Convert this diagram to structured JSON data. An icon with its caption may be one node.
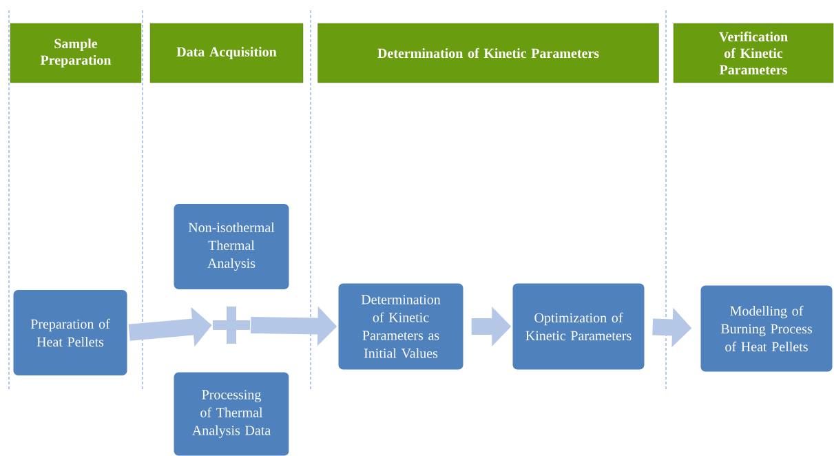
{
  "diagram": {
    "nodes": [
      {
        "text": [
          "Sample Preparation"
        ]
      },
      {
        "text": [
          "Data Acquisition"
        ]
      },
      {
        "text": [
          "Determination of Kinetic Parameters"
        ]
      },
      {
        "text": [
          "Verification of Kinetic Parameters"
        ]
      },
      {
        "text": [
          "Preparation of Heat Pellets"
        ]
      },
      {
        "text": [
          "Non-isothermal Thermal Analysis"
        ]
      },
      {
        "text": [],
        "shape": "plus"
      },
      {
        "text": [
          "Processing of Thermal Analysis Data"
        ]
      },
      {
        "text": [
          "Determination of Kinetic Parameters as Initial Values"
        ]
      },
      {
        "text": [
          "Optimization of Kinetic Parameters"
        ]
      },
      {
        "text": [
          "Modelling of Burning Process of Heat Pellets"
        ]
      }
    ],
    "edges": [
      {
        "from": 4,
        "to": 6,
        "arrow": "to"
      },
      {
        "from": 6,
        "to": 8,
        "arrow": "to"
      },
      {
        "from": 8,
        "to": 9,
        "arrow": "to"
      },
      {
        "from": 9,
        "to": 10,
        "arrow": "to"
      }
    ]
  }
}
